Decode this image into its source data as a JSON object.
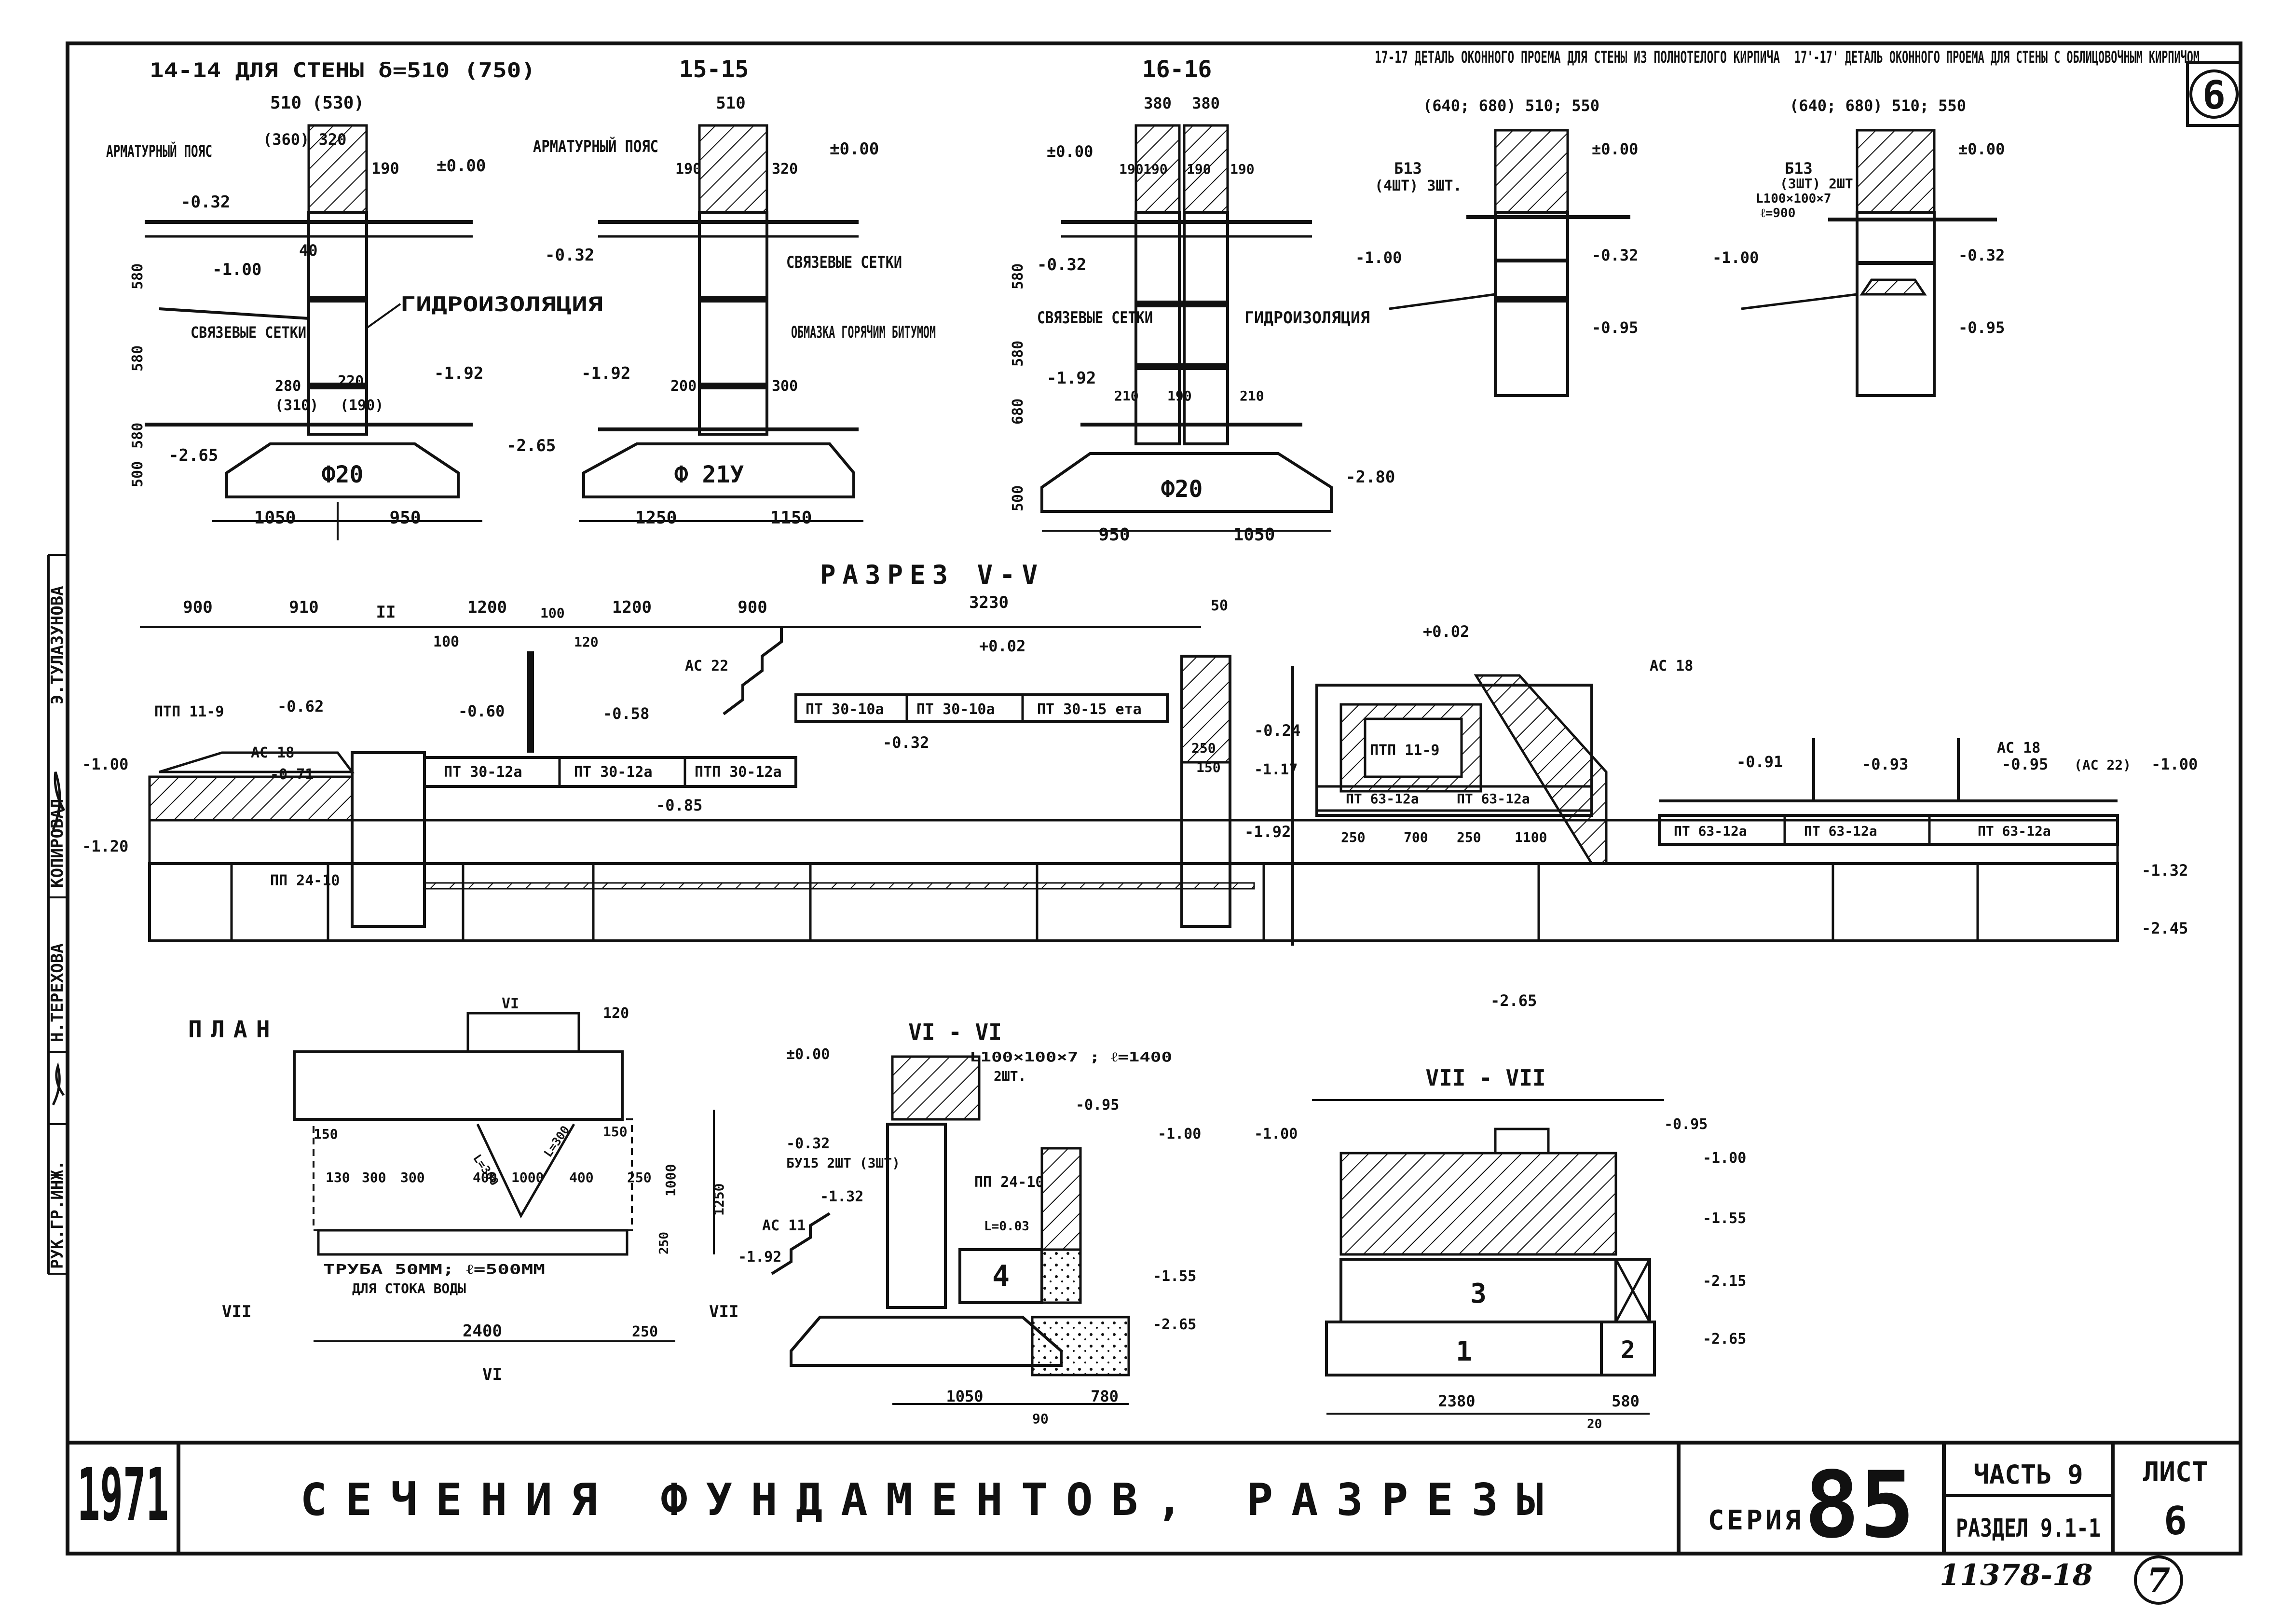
{
  "sheet": {
    "year": "1971",
    "title": "СЕЧЕНИЯ ФУНДАМЕНТОВ, РАЗРЕЗЫ",
    "series_label": "СЕРИЯ",
    "series_number": "85",
    "part": "ЧАСТЬ 9",
    "section": "РАЗДЕЛ 9.1-1",
    "sheet_label": "ЛИСТ",
    "sheet_number": "6",
    "corner_mark": "6",
    "doc_number": "11378-18",
    "page_number": "7"
  },
  "side_stamp": {
    "roles": [
      "РУК.ГР.ИНЖ.",
      "Н.ТЕРЕХОВА",
      "КОПИРОВАЛ",
      "Э.ТУЛАЗУНОВА"
    ]
  },
  "sections": {
    "s1414": {
      "title": "14-14 ДЛЯ СТЕНЫ δ=510 (750)",
      "dims": [
        "510 (530)",
        "(360) 320",
        "190",
        "40",
        "±0.00",
        "-0.32",
        "-1.00",
        "580",
        "580",
        "580",
        "500",
        "220",
        "280",
        "(310)",
        "(190)",
        "-1.92",
        "-2.65",
        "Ф20",
        "1050",
        "950"
      ],
      "labels": [
        "АРМАТУРНЫЙ ПОЯС",
        "СВЯЗЕВЫЕ СЕТКИ",
        "ГИДРОИЗОЛЯЦИЯ"
      ]
    },
    "s1515": {
      "title": "15-15",
      "dims": [
        "510",
        "190",
        "320",
        "±0.00",
        "-0.32",
        "200",
        "300",
        "-1.92",
        "-2.65",
        "Ф 21У",
        "1250",
        "1150"
      ],
      "labels": [
        "АРМАТУРНЫЙ ПОЯС",
        "СВЯЗЕВЫЕ СЕТКИ",
        "ОБМАЗКА ГОРЯЧИМ БИТУМОМ"
      ]
    },
    "s1616": {
      "title": "16-16",
      "dims": [
        "380",
        "380",
        "±0.00",
        "190",
        "190",
        "190",
        "190",
        "-0.32",
        "580",
        "580",
        "680",
        "-1.92",
        "210",
        "190",
        "210",
        "500",
        "Ф20",
        "-2.80",
        "950",
        "1050"
      ],
      "labels": [
        "СВЯЗЕВЫЕ СЕТКИ",
        "ГИДРОИЗОЛЯЦИЯ"
      ]
    },
    "s1717": {
      "title": "17-17 ДЕТАЛЬ ОКОННОГО ПРОЕМА ДЛЯ СТЕНЫ ИЗ ПОЛНОТЕЛОГО КИРПИЧА",
      "dims": [
        "(640; 680) 510; 550",
        "Б13",
        "(4ШТ) 3ШТ.",
        "±0.00",
        "-1.00",
        "-0.32",
        "-0.95"
      ],
      "labels": []
    },
    "s1717b": {
      "title": "17'-17' ДЕТАЛЬ ОКОННОГО ПРОЕМА ДЛЯ СТЕНЫ С ОБЛИЦОВОЧНЫМ КИРПИЧОМ",
      "dims": [
        "(640; 680) 510; 550",
        "Б13",
        "(3ШТ) 2ШТ",
        "L100×100×7",
        "ℓ=900",
        "±0.00",
        "-1.00",
        "-0.32",
        "-0.95"
      ],
      "labels": []
    },
    "s55": {
      "title": "РАЗРЕЗ V-V",
      "top_dims": [
        "900",
        "910",
        "II",
        "1200",
        "100",
        "1200",
        "900",
        "3230",
        "50",
        "100",
        "120"
      ],
      "levels": [
        "-1.00",
        "-0.62",
        "-0.60",
        "-0.58",
        "+0.02",
        "-0.24",
        "+0.02",
        "-0.91",
        "-0.93",
        "-0.95",
        "-1.00",
        "-1.20",
        "-0.71",
        "-0.32",
        "-0.85",
        "-1.17",
        "-1.92",
        "-1.32",
        "-2.45",
        "-2.65"
      ],
      "elements": [
        "ПТП 11-9",
        "АС 18",
        "ПП 24-10",
        "ПТ 30-12а",
        "ПТ 30-12а",
        "ПТП 30-12а",
        "АС 22",
        "ПТ 30-10а",
        "ПТ 30-10а",
        "ПТ 30-15 ета",
        "ПТП 11-9",
        "ПТ 63-12а",
        "ПТ 63-12а",
        "АС 18",
        "ПТ 63-12а",
        "ПТ 63-12а",
        "ПТ 63-12а",
        "АС 18",
        "(АС 22)"
      ],
      "small_dims": [
        "250",
        "150",
        "250",
        "700",
        "250",
        "1100"
      ]
    },
    "plan": {
      "title": "ПЛАН",
      "dims": [
        "VI",
        "120",
        "150",
        "150",
        "130",
        "300",
        "300",
        "400",
        "1000",
        "400",
        "250",
        "1000",
        "1250",
        "250",
        "L=300",
        "L=300",
        "2400",
        "250"
      ],
      "labels": [
        "ТРУБА 50ММ; ℓ=500ММ",
        "ДЛЯ СТОКА ВОДЫ",
        "VII",
        "VII",
        "VI"
      ]
    },
    "s66": {
      "title": "VI - VI",
      "dims": [
        "±0.00",
        "L100×100×7 ; ℓ=1400",
        "2ШТ.",
        "-0.95",
        "-1.00",
        "-0.32",
        "БУ15 2ШТ (3ШТ)",
        "-1.32",
        "ПП 24-10",
        "L=0.03",
        "АС 11",
        "-1.92",
        "-1.55",
        "4",
        "-2.65",
        "1050",
        "90",
        "780"
      ],
      "labels": []
    },
    "s77": {
      "title": "VII - VII",
      "dims": [
        "-0.95",
        "-1.00",
        "-1.00",
        "-1.55",
        "-2.15",
        "-2.65",
        "3",
        "1",
        "2",
        "2380",
        "580",
        "20"
      ],
      "labels": []
    }
  }
}
